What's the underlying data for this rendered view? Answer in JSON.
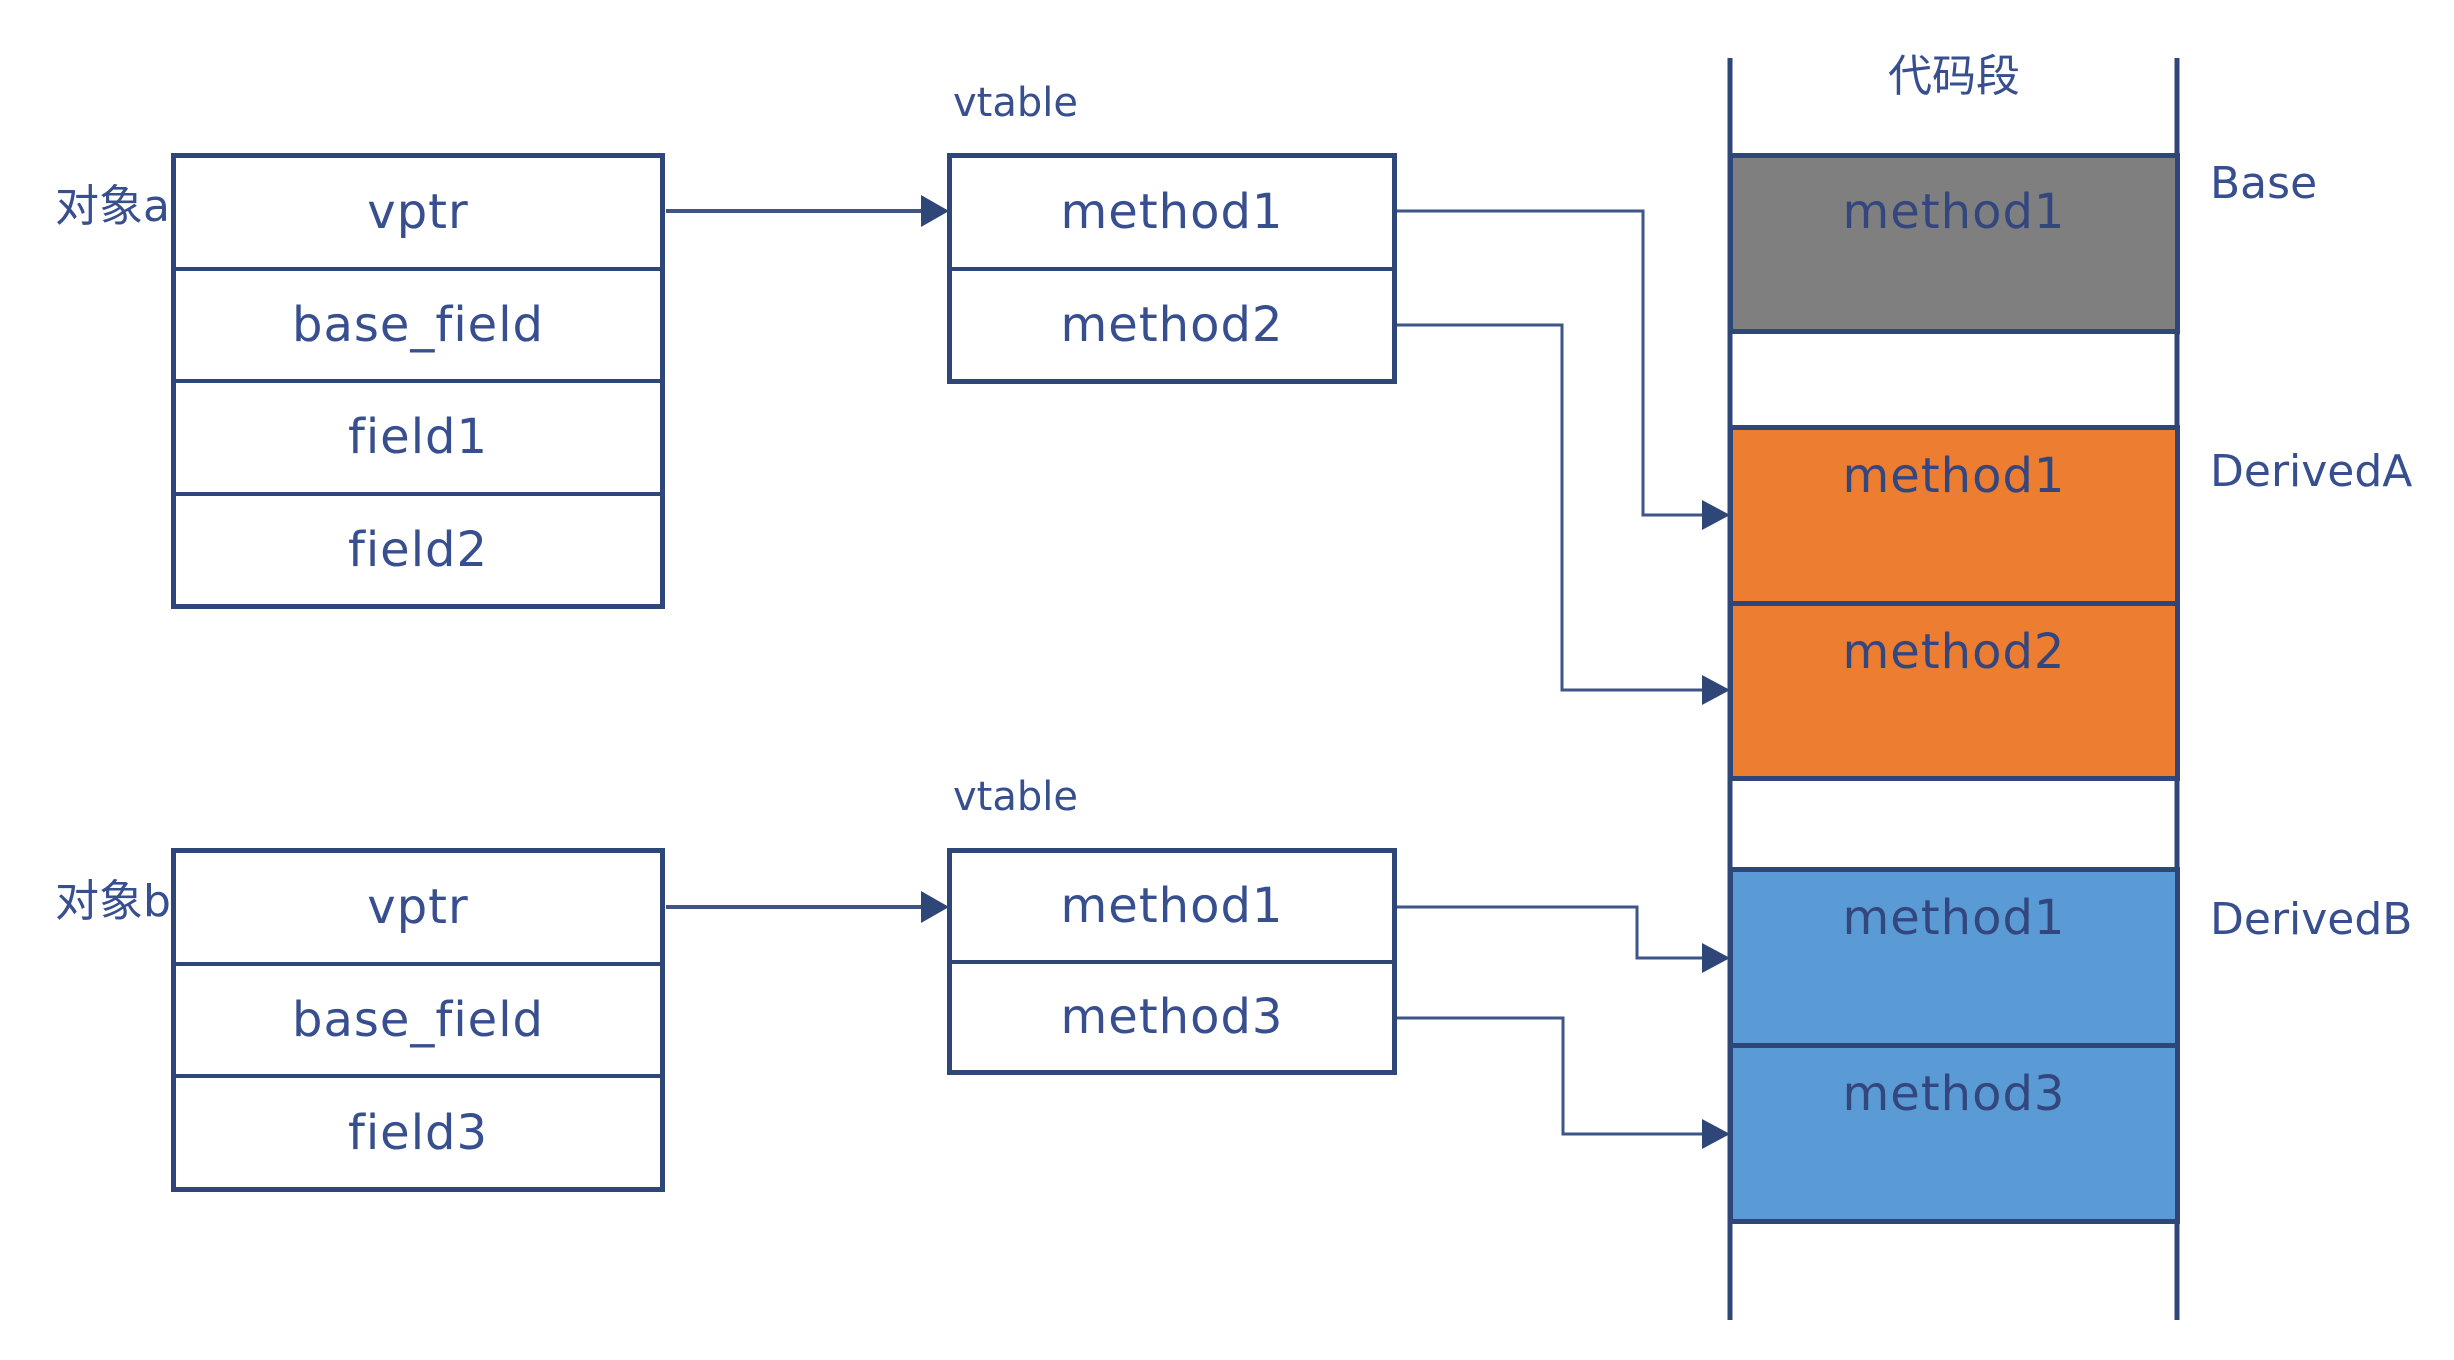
{
  "objects": [
    {
      "label": "对象a",
      "rows": [
        "vptr",
        "base_field",
        "field1",
        "field2"
      ]
    },
    {
      "label": "对象b",
      "rows": [
        "vptr",
        "base_field",
        "field3"
      ]
    }
  ],
  "vtables": [
    {
      "label": "vtable",
      "rows": [
        "method1",
        "method2"
      ]
    },
    {
      "label": "vtable",
      "rows": [
        "method1",
        "method3"
      ]
    }
  ],
  "code_segment": {
    "title": "代码段",
    "sections": [
      {
        "name": "Base",
        "fill": "#7F7F7F",
        "rows": [
          "method1"
        ]
      },
      {
        "name": "DerivedA",
        "fill": "#ED7D31",
        "rows": [
          "method1",
          "method2"
        ]
      },
      {
        "name": "DerivedB",
        "fill": "#5B9BD5",
        "rows": [
          "method1",
          "method3"
        ]
      }
    ]
  },
  "colors": {
    "box_stroke": "#2F4678",
    "connector": "#3E5588",
    "text": "#374F8E",
    "background": "#FFFFFF"
  }
}
